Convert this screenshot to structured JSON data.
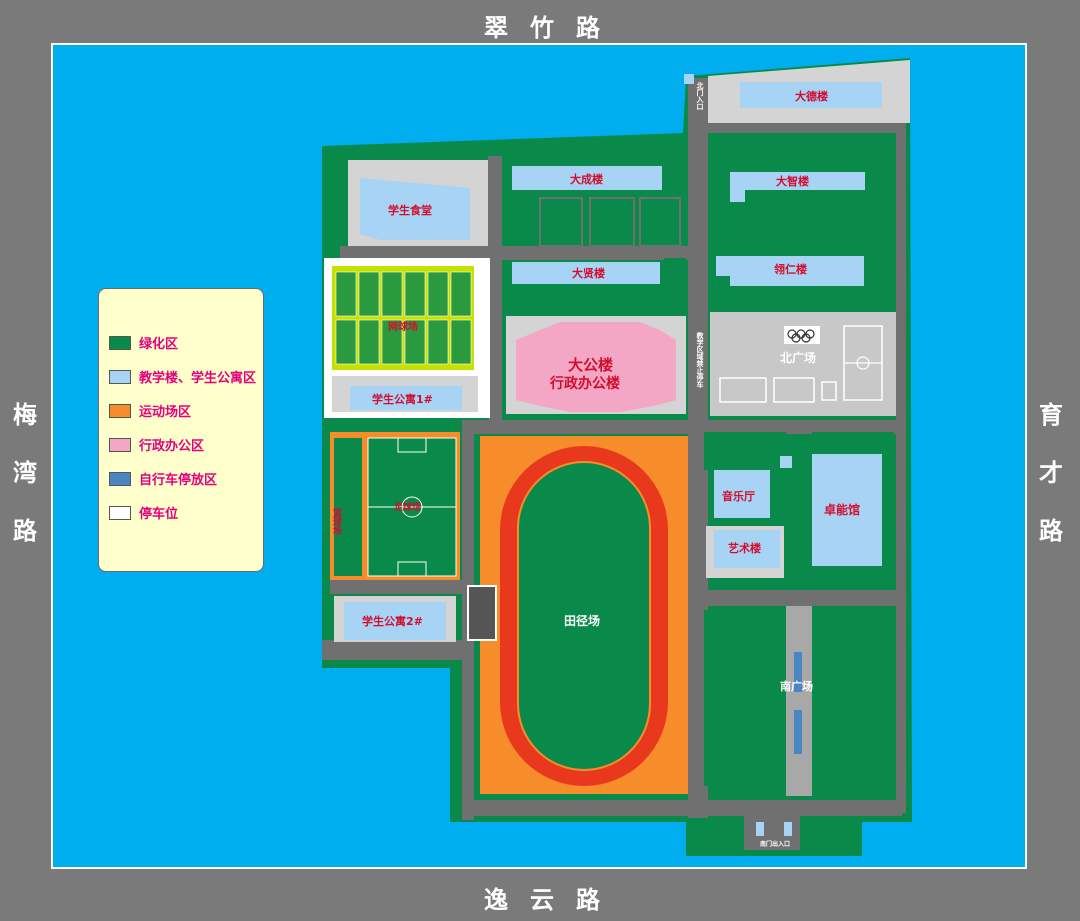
{
  "roads": {
    "north": "翠竹路",
    "south": "逸云路",
    "west": "梅湾路",
    "east": "育才路"
  },
  "legend": [
    {
      "label": "绿化区",
      "color": "#0a8a4a"
    },
    {
      "label": "教学楼、学生公寓区",
      "color": "#a7d3f5"
    },
    {
      "label": "运动场区",
      "color": "#f78d2a"
    },
    {
      "label": "行政办公区",
      "color": "#f3a7c5"
    },
    {
      "label": "自行车停放区",
      "color": "#4a86c2"
    },
    {
      "label": "停车位",
      "color": "#ffffff"
    }
  ],
  "buildings": {
    "dade": "大德楼",
    "dacheng": "大成楼",
    "dazhi": "大智楼",
    "canteen": "学生食堂",
    "daxian": "大贤楼",
    "minren": "翎仁楼",
    "admin_main": "大公楼",
    "admin_sub": "行政办公楼",
    "north_plaza": "北广场",
    "dorm1": "学生公寓1#",
    "dorm2": "学生公寓2#",
    "music": "音乐厅",
    "art": "艺术楼",
    "gym": "卓能馆",
    "track": "田径场",
    "south_plaza": "南广场",
    "tennis": "网球场",
    "football": "足球场",
    "basketball": "篮球场"
  },
  "gates": {
    "north": "北门入口",
    "south": "南门出入口"
  },
  "notes": {
    "no_parking": "教学区域禁止停车"
  }
}
